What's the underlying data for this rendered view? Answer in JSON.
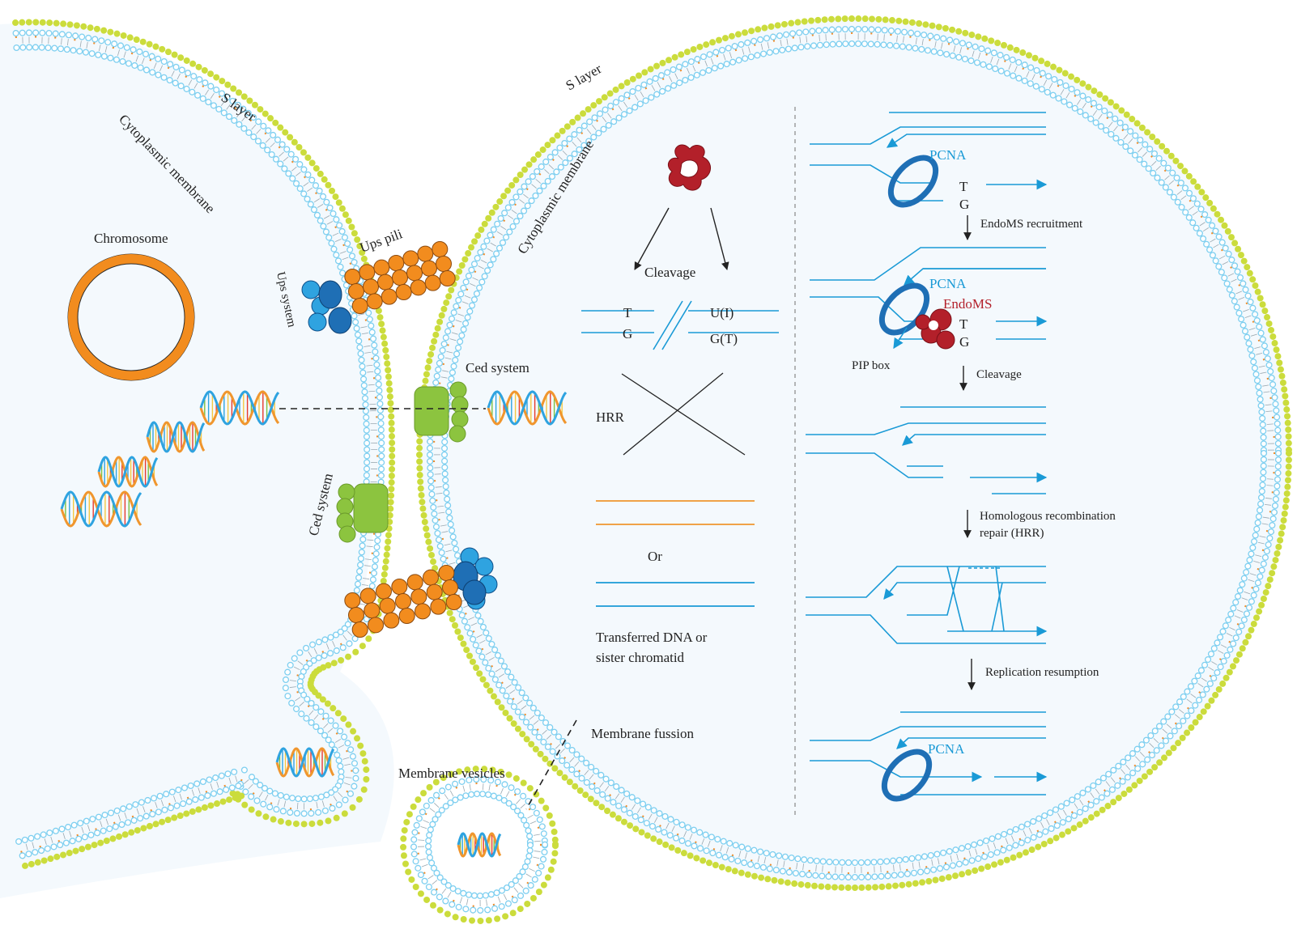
{
  "colors": {
    "s_layer": "#cbdc3c",
    "membrane_head": "#7ecff0",
    "membrane_tail": "#f08c2a",
    "chromosome": "#f28c1e",
    "pili": "#f28c1e",
    "ups_blue": "#1f6fb5",
    "ups_light": "#2fa3e0",
    "ced_green": "#8cc43f",
    "strand_blue": "#1a9ad6",
    "strand_orange": "#f0962e",
    "endoms_red": "#b3202a",
    "pcna_ring": "#1f6fb5",
    "background": "#f3f9fd"
  },
  "left_cell": {
    "s_layer_label": "S layer",
    "membrane_label": "Cytoplasmic membrane",
    "chromosome_label": "Chromosome",
    "ups_system_label": "Ups system",
    "ups_pili_label": "Ups pili",
    "ced_system_label": "Ced system"
  },
  "right_cell": {
    "s_layer_label": "S layer",
    "membrane_label": "Cytoplasmic membrane",
    "ced_system_label": "Ced system"
  },
  "vesicle": {
    "membrane_vesicles_label": "Membrane vesicles",
    "membrane_fusion_label": "Membrane fussion"
  },
  "middle_panel": {
    "cleavage_label": "Cleavage",
    "left_top": "T",
    "left_bottom": "G",
    "right_top": "U(I)",
    "right_bottom": "G(T)",
    "hrr_label": "HRR",
    "or_label": "Or",
    "transferred_line1": "Transferred DNA or",
    "transferred_line2": "sister chromatid"
  },
  "right_panel": {
    "pcna_1": "PCNA",
    "t_1": "T",
    "g_1": "G",
    "step1": "EndoMS recruitment",
    "pcna_2": "PCNA",
    "endoms": "EndoMS",
    "t_2": "T",
    "g_2": "G",
    "pip_box": "PIP box",
    "step2": "Cleavage",
    "step3_line1": "Homologous recombination",
    "step3_line2": "repair (HRR)",
    "step4": "Replication resumption",
    "pcna_3": "PCNA"
  },
  "icons": [
    "dna-helix-icon",
    "endoms-protein-icon",
    "pcna-ring-icon",
    "pili-icon",
    "ups-complex-icon",
    "ced-complex-icon"
  ]
}
